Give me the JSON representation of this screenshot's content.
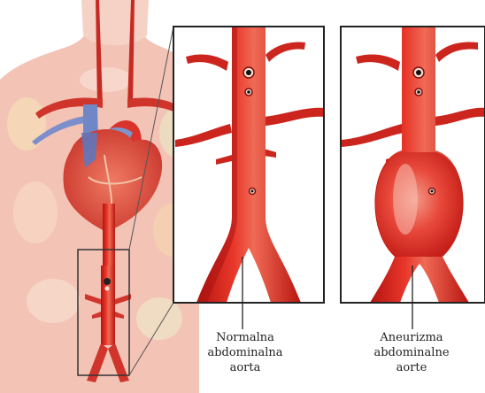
{
  "labels": {
    "normal": {
      "line1": "Normalna",
      "line2": "abdominalna",
      "line3": "aorta"
    },
    "aneurysm": {
      "line1": "Aneurizma",
      "line2": "abdominalne",
      "line3": "aorte"
    }
  },
  "colors": {
    "artery": "#d8241f",
    "artery_dark": "#a5120f",
    "artery_highlight": "#f06a55",
    "skin": "#f3c3b6",
    "skin_light": "#f8dcd2",
    "heart_red": "#d9433a",
    "vein_blue": "#6f87c6",
    "panel_border": "#222222",
    "background": "#ffffff"
  }
}
